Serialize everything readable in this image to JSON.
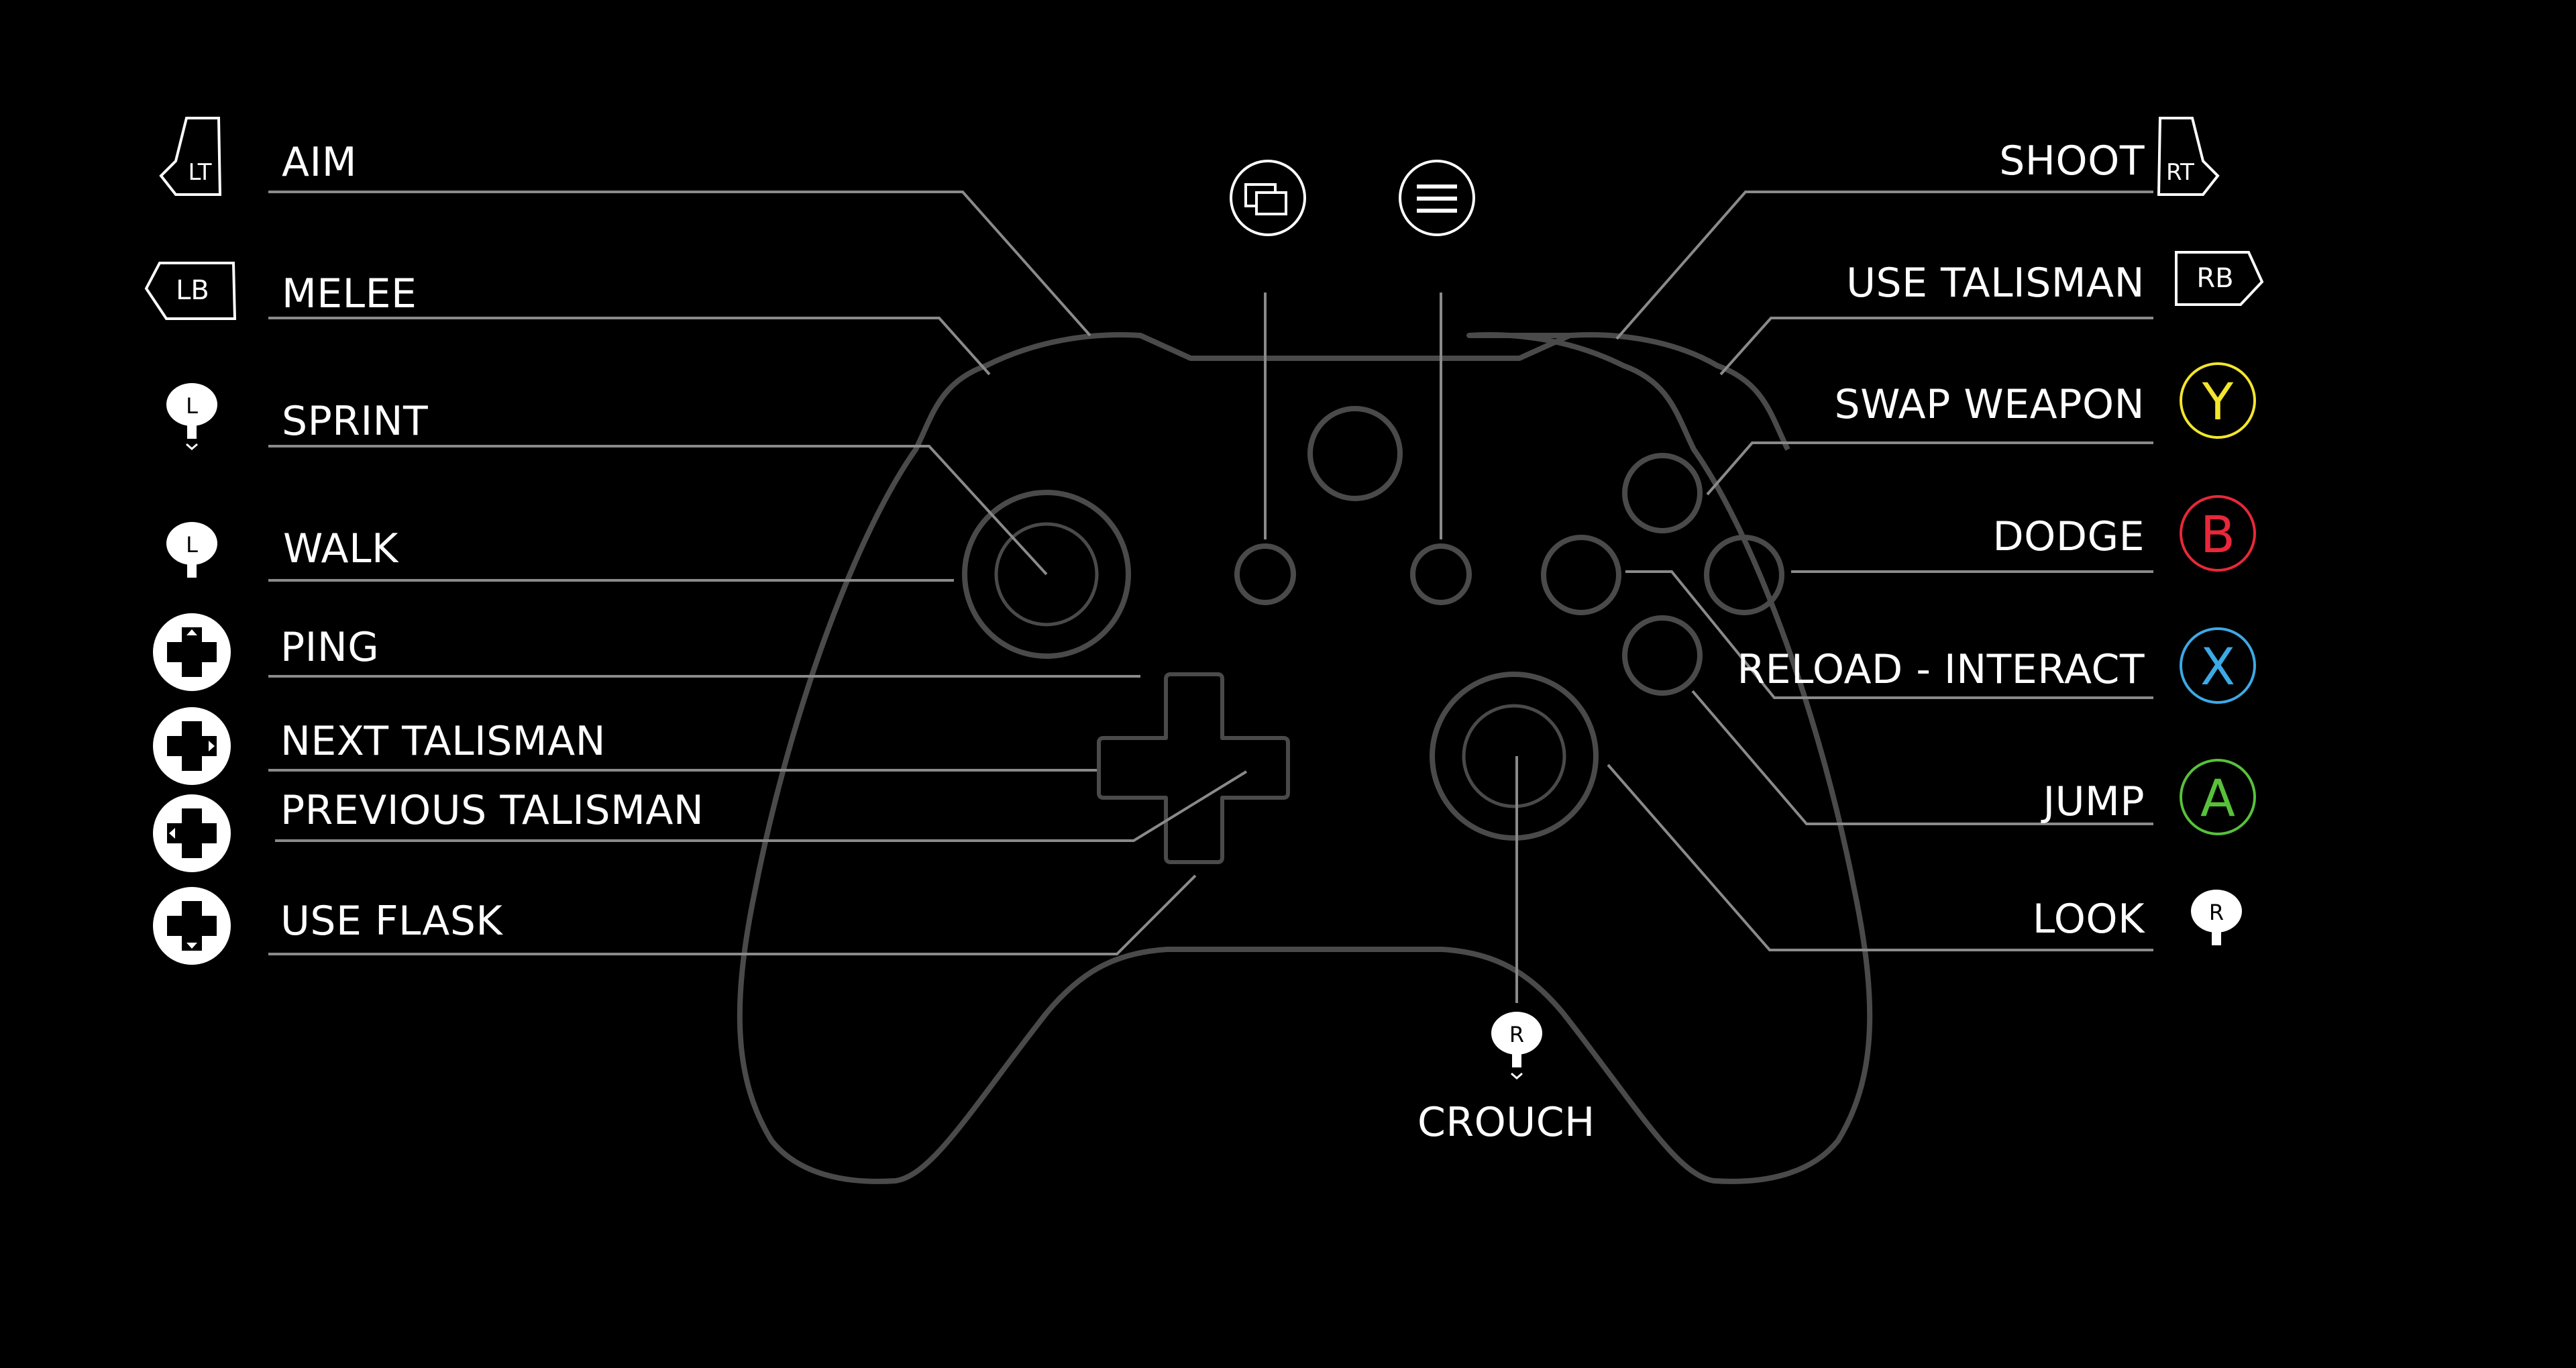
{
  "title": "Controller Layout",
  "left_actions": [
    {
      "button": "LT",
      "label": "AIM",
      "icon": "left-trigger-icon"
    },
    {
      "button": "LB",
      "label": "MELEE",
      "icon": "left-bumper-icon"
    },
    {
      "button": "L",
      "label": "SPRINT",
      "icon": "left-stick-click-icon"
    },
    {
      "button": "L",
      "label": "WALK",
      "icon": "left-stick-icon"
    },
    {
      "button": "D-pad up",
      "label": "PING",
      "icon": "dpad-up-icon"
    },
    {
      "button": "D-pad right",
      "label": "NEXT TALISMAN",
      "icon": "dpad-right-icon"
    },
    {
      "button": "D-pad left",
      "label": "PREVIOUS TALISMAN",
      "icon": "dpad-left-icon"
    },
    {
      "button": "D-pad down",
      "label": "USE FLASK",
      "icon": "dpad-down-icon"
    }
  ],
  "right_actions": [
    {
      "button": "RT",
      "label": "SHOOT",
      "icon": "right-trigger-icon"
    },
    {
      "button": "RB",
      "label": "USE TALISMAN",
      "icon": "right-bumper-icon"
    },
    {
      "button": "Y",
      "label": "SWAP WEAPON",
      "icon": "y-button-icon",
      "color": "#f2e52e"
    },
    {
      "button": "B",
      "label": "DODGE",
      "icon": "b-button-icon",
      "color": "#e8283a"
    },
    {
      "button": "X",
      "label": "RELOAD - INTERACT",
      "icon": "x-button-icon",
      "color": "#3da9e6"
    },
    {
      "button": "A",
      "label": "JUMP",
      "icon": "a-button-icon",
      "color": "#57c13a"
    },
    {
      "button": "R",
      "label": "LOOK",
      "icon": "right-stick-icon"
    }
  ],
  "bottom_action": {
    "button": "R",
    "label": "CROUCH",
    "icon": "right-stick-click-icon"
  },
  "icon_letters": {
    "lt": "LT",
    "rt": "RT",
    "lb": "LB",
    "rb": "RB",
    "y": "Y",
    "b": "B",
    "x": "X",
    "a": "A",
    "l": "L",
    "r": "R"
  },
  "center_buttons": [
    {
      "name": "view",
      "icon": "view-button-icon"
    },
    {
      "name": "menu",
      "icon": "menu-button-icon"
    }
  ],
  "colors": {
    "background": "#000000",
    "controller_outline": "#4a4a4a",
    "leader_line": "#8a8a8a",
    "text": "#ffffff",
    "y": "#f2e52e",
    "b": "#e8283a",
    "x": "#3da9e6",
    "a": "#57c13a"
  }
}
